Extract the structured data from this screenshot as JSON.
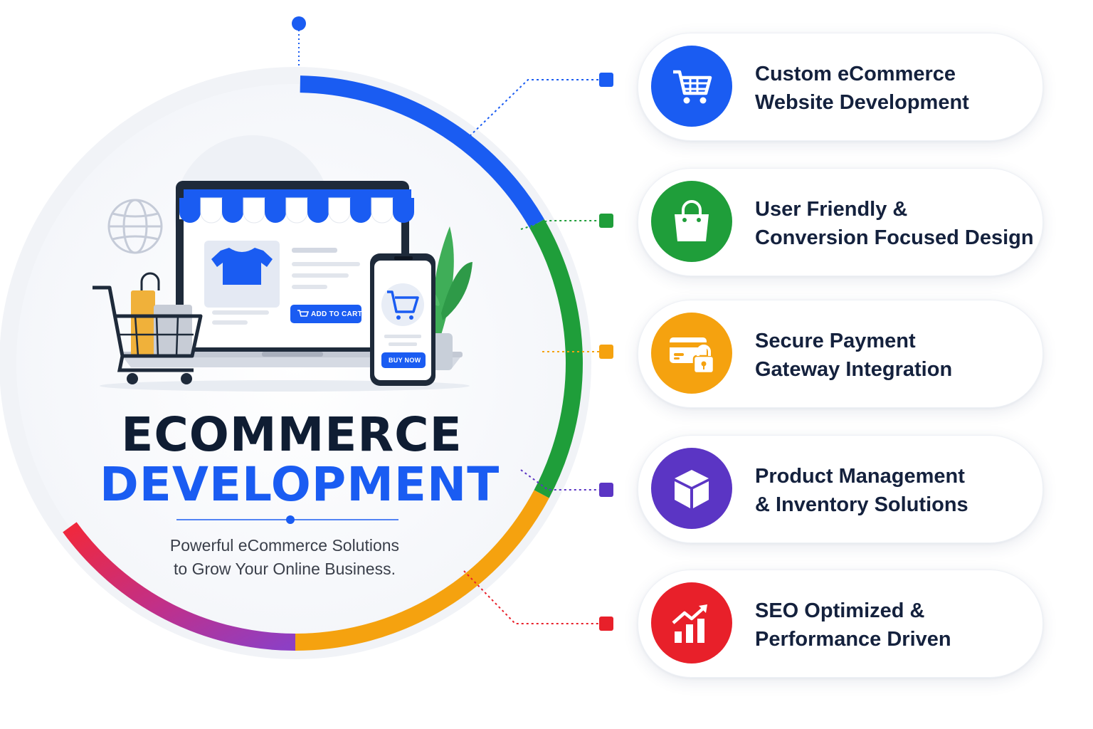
{
  "headline": {
    "line1": "ECOMMERCE",
    "line2": "DEVELOPMENT"
  },
  "subtitle": {
    "line1": "Powerful eCommerce Solutions",
    "line2": "to Grow Your Online Business."
  },
  "illustration": {
    "add_to_cart_label": "ADD TO CART",
    "buy_now_label": "BUY NOW"
  },
  "features": [
    {
      "line1": "Custom eCommerce",
      "line2": "Website Development",
      "icon": "shopping-cart-icon",
      "color": "#1a5cf2"
    },
    {
      "line1": "User Friendly &",
      "line2": "Conversion Focused Design",
      "icon": "shopping-bag-icon",
      "color": "#1f9e3a"
    },
    {
      "line1": "Secure Payment",
      "line2": "Gateway Integration",
      "icon": "card-lock-icon",
      "color": "#f5a20f"
    },
    {
      "line1": "Product Management",
      "line2": "& Inventory Solutions",
      "icon": "box-icon",
      "color": "#5b35c4"
    },
    {
      "line1": "SEO Optimized &",
      "line2": "Performance Driven",
      "icon": "growth-chart-icon",
      "color": "#e8202a"
    }
  ],
  "colors": {
    "blue": "#1a5cf2",
    "green": "#1f9e3a",
    "orange": "#f5a20f",
    "purple": "#5b35c4",
    "red": "#e8202a",
    "navy": "#0f1d33"
  }
}
